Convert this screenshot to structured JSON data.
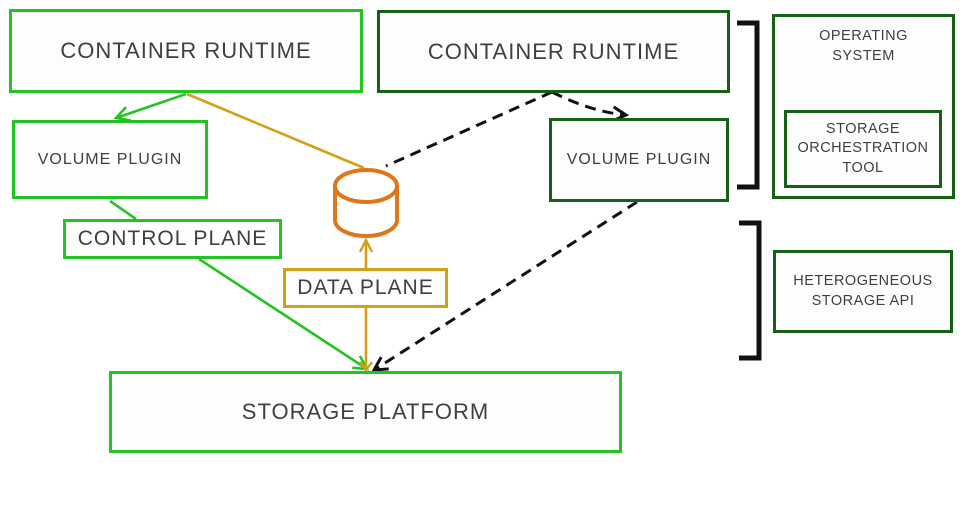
{
  "diagram": {
    "background": "#ffffff",
    "colors": {
      "bright_green": "#22c322",
      "dark_green": "#176117",
      "gold": "#D4A017",
      "orange": "#E0761B",
      "bracket_black": "#111111",
      "text": "#3f3f3f"
    },
    "nodes": {
      "container_runtime_left": {
        "label": "CONTAINER RUNTIME"
      },
      "container_runtime_right": {
        "label": "CONTAINER RUNTIME"
      },
      "volume_plugin_left": {
        "label": "VOLUME PLUGIN"
      },
      "volume_plugin_right": {
        "label": "VOLUME PLUGIN"
      },
      "control_plane": {
        "label": "CONTROL PLANE"
      },
      "data_plane": {
        "label": "DATA PLANE"
      },
      "storage_platform": {
        "label": "STORAGE PLATFORM"
      },
      "operating_system": {
        "label": "OPERATING SYSTEM"
      },
      "storage_orchestration_tool": {
        "label": "STORAGE ORCHESTRATION TOOL"
      },
      "heterogeneous_storage_api": {
        "label": "HETEROGENEOUS STORAGE API"
      }
    },
    "icons": {
      "database_icon": "database-cylinder",
      "bracket_top": "right-square-bracket",
      "bracket_bottom": "right-square-bracket"
    },
    "edges": [
      {
        "from": "container-runtime-left",
        "to": "volume-plugin-left",
        "style": "solid",
        "color": "bright_green",
        "arrow": true
      },
      {
        "from": "container-runtime-left",
        "to": "database",
        "style": "solid",
        "color": "gold",
        "arrow": false
      },
      {
        "from": "volume-plugin-left",
        "to": "control-plane",
        "style": "solid",
        "color": "bright_green",
        "arrow": false
      },
      {
        "from": "control-plane",
        "to": "storage-platform",
        "style": "solid",
        "color": "bright_green",
        "arrow": true
      },
      {
        "from": "data-plane",
        "to": "database",
        "style": "solid",
        "color": "gold",
        "arrow": true
      },
      {
        "from": "data-plane",
        "to": "storage-platform",
        "style": "solid",
        "color": "gold",
        "arrow": true
      },
      {
        "from": "container-runtime-right",
        "to": "volume-plugin-right",
        "style": "dashed",
        "color": "black",
        "arrow": true
      },
      {
        "from": "container-runtime-right",
        "to": "database",
        "style": "dashed",
        "color": "black",
        "arrow": false
      },
      {
        "from": "volume-plugin-right",
        "to": "storage-platform",
        "style": "dashed",
        "color": "black",
        "arrow": true
      }
    ]
  }
}
